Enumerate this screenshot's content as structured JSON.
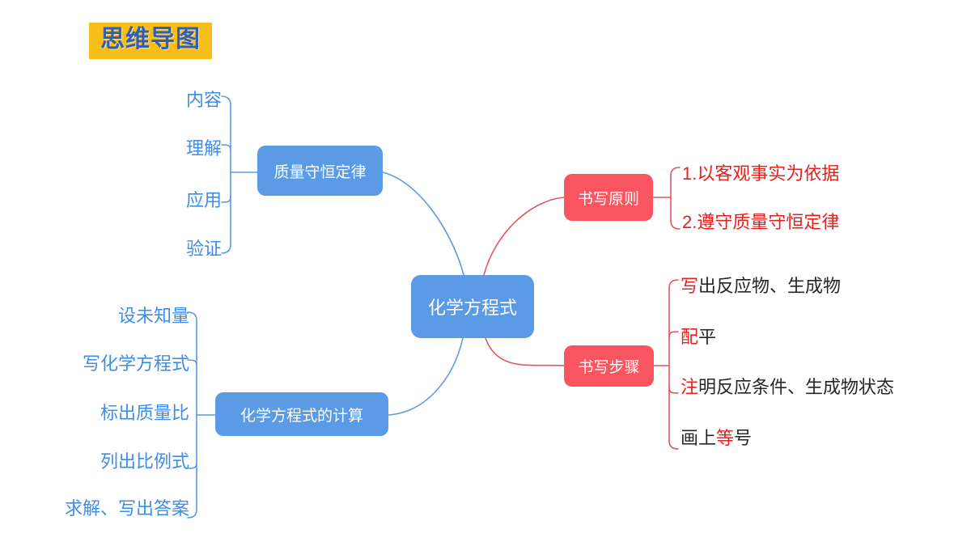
{
  "title": {
    "label": "思维导图",
    "badge_color": "#F6BE17",
    "text_color": "#2F5FB6"
  },
  "palette": {
    "blue_node": "#5B9BE5",
    "red_node": "#F85560",
    "blue_text": "#3D8EE8",
    "red_text": "#E8201C",
    "dark_text": "#262626",
    "background": "#FFFFFF"
  },
  "center": {
    "label": "化学方程式"
  },
  "branches": {
    "mass_conservation": {
      "label": "质量守恒定律",
      "color": "#5B9BE5",
      "items": [
        {
          "label": "内容"
        },
        {
          "label": "理解"
        },
        {
          "label": "应用"
        },
        {
          "label": "验证"
        }
      ]
    },
    "calculation": {
      "label": "化学方程式的计算",
      "color": "#5B9BE5",
      "items": [
        {
          "label": "设未知量"
        },
        {
          "label": "写化学方程式"
        },
        {
          "label": "标出质量比"
        },
        {
          "label": "列出比例式"
        },
        {
          "label": "求解、写出答案"
        }
      ]
    },
    "writing_principles": {
      "label": "书写原则",
      "color": "#F85560",
      "items": [
        {
          "label": "1.以客观事实为依据"
        },
        {
          "label": "2.遵守质量守恒定律"
        }
      ]
    },
    "writing_steps": {
      "label": "书写步骤",
      "color": "#F85560",
      "items": [
        {
          "pre": "",
          "hl": "写",
          "post": "出反应物、生成物"
        },
        {
          "pre": "",
          "hl": "配",
          "post": "平"
        },
        {
          "pre": "",
          "hl": "注",
          "post": "明反应条件、生成物状态"
        },
        {
          "pre": "画上",
          "hl": "等",
          "post": "号"
        }
      ]
    }
  }
}
